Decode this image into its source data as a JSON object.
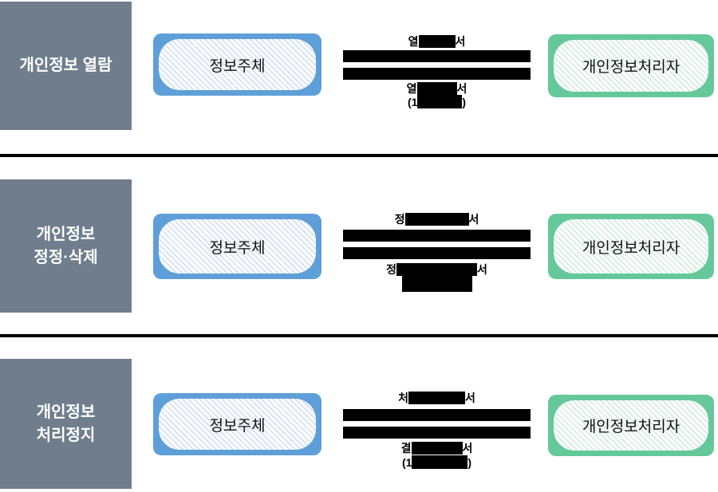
{
  "colors": {
    "gray": "#6f7d8c",
    "blue": "#5e9fd9",
    "blue-hatch": "#d9e4f2",
    "green": "#65c89b",
    "green-hatch": "#d9eee4",
    "redaction": "#000000",
    "bg": "#ffffff"
  },
  "rows": [
    {
      "category_lines": [
        "개인정보 열람"
      ],
      "subject_label": "정보주체",
      "processor_label": "개인정보처리자",
      "top_label": {
        "prefix": "열",
        "suffix": "서"
      },
      "bottom_line1": {
        "prefix": "열",
        "suffix": "서"
      },
      "bottom_line2": {
        "prefix": "(1",
        "suffix": ")"
      }
    },
    {
      "category_lines": [
        "개인정보",
        "정정·삭제"
      ],
      "subject_label": "정보주체",
      "processor_label": "개인정보처리자",
      "top_label": {
        "prefix": "정",
        "suffix": "서"
      },
      "bottom_line1": {
        "prefix": "정",
        "suffix": "서"
      },
      "bottom_line2": {
        "prefix": "",
        "suffix": ""
      }
    },
    {
      "category_lines": [
        "개인정보",
        "처리정지"
      ],
      "subject_label": "정보주체",
      "processor_label": "개인정보처리자",
      "top_label": {
        "prefix": "처",
        "suffix": "서"
      },
      "bottom_line1": {
        "prefix": "결",
        "suffix": "서"
      },
      "bottom_line2": {
        "prefix": "(1",
        "suffix": ")"
      }
    }
  ]
}
